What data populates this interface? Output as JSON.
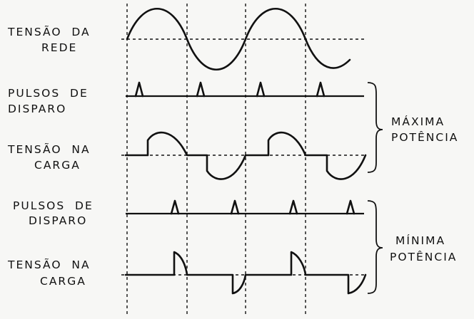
{
  "rows": [
    {
      "id": "mains",
      "label_lines": [
        "TENSÃO  DA",
        "REDE"
      ]
    },
    {
      "id": "pulses_max",
      "label_lines": [
        "PULSOS  DE",
        "DISPARO"
      ]
    },
    {
      "id": "load_max",
      "label_lines": [
        "TENSÃO  NA",
        "CARGA"
      ]
    },
    {
      "id": "pulses_min",
      "label_lines": [
        "PULSOS  DE",
        "DISPARO"
      ]
    },
    {
      "id": "load_min",
      "label_lines": [
        "TENSÃO  NA",
        "CARGA"
      ]
    }
  ],
  "groups": {
    "max": {
      "label_lines": [
        "MÁXIMA",
        "POTÊNCIA"
      ]
    },
    "min": {
      "label_lines": [
        "MÍNIMA",
        "POTÊNCIA"
      ]
    }
  }
}
